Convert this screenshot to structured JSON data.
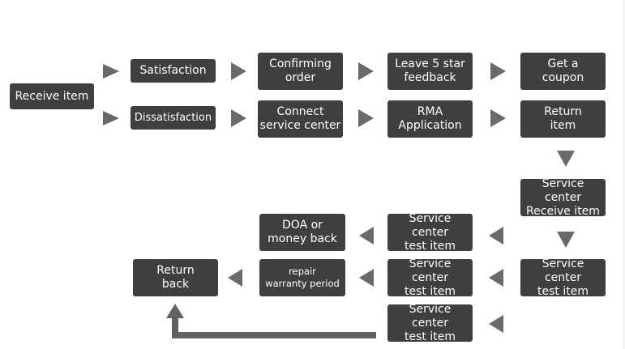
{
  "colors": {
    "box_fill": "#3f3f3f",
    "box_text": "#ffffff",
    "arrow": "#6a6a6a",
    "connector": "#616161"
  },
  "nodes": {
    "receive_item": "Receive item",
    "satisfaction": "Satisfaction",
    "dissatisfaction": "Dissatisfaction",
    "confirming_order": "Confirming\norder",
    "leave_feedback": "Leave 5 star\nfeedback",
    "get_coupon": "Get a\ncoupon",
    "connect_service": "Connect\nservice center",
    "rma_application": "RMA\nApplication",
    "return_item": "Return\nitem",
    "service_receive": "Service center\nReceive item",
    "service_test_1": "Service center\ntest item",
    "doa_money_back": "DOA or\nmoney back",
    "service_test_2": "Service center\ntest item",
    "service_test_3": "Service center\ntest item",
    "repair_warranty": "repair\nwarranty period",
    "return_back": "Return\nback",
    "service_test_4": "Service center\ntest item"
  }
}
